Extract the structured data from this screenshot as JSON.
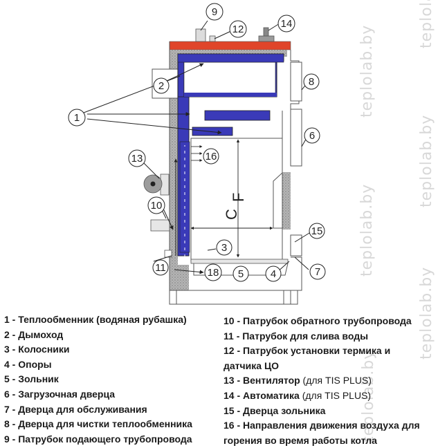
{
  "watermark": "teplolab.by",
  "callouts": [
    "1",
    "2",
    "3",
    "4",
    "5",
    "6",
    "7",
    "8",
    "9",
    "10",
    "11",
    "12",
    "13",
    "14",
    "15",
    "16",
    "18"
  ],
  "dimension_labels": {
    "c": "C",
    "f": "F"
  },
  "legend_left": [
    {
      "text": "1 - Теплообменник (водяная рубашка)"
    },
    {
      "text": "2 - Дымоход"
    },
    {
      "text": "3 - Колосники"
    },
    {
      "text": "4 - Опоры"
    },
    {
      "text": "5 - Зольник"
    },
    {
      "text": "6 - Загрузочная дверца"
    },
    {
      "text": "7 - Дверца для обслуживания"
    },
    {
      "text": "8 - Дверца для чистки теплообменника"
    },
    {
      "text": "9 - Патрубок подающего трубопровода"
    }
  ],
  "legend_right": [
    {
      "text": "10 - Патрубок обратного трубопровода",
      "note": ""
    },
    {
      "text": "11 - Патрубок для слива воды",
      "note": ""
    },
    {
      "text": "12 - Патрубок установки термика и",
      "note": ""
    },
    {
      "text": "датчика ЦО",
      "note": ""
    },
    {
      "text": "13 - Вентилятор",
      "note": " (для TIS PLUS)"
    },
    {
      "text": "14 - Автоматика",
      "note": " (для TIS PLUS)"
    },
    {
      "text": "15 - Дверца зольника",
      "note": ""
    },
    {
      "text": "16 - Направления движения воздуха для",
      "note": ""
    },
    {
      "text": "горения во время работы котла",
      "note": ""
    }
  ],
  "colors": {
    "jacket_blue": "#3a3ab8",
    "top_red": "#e0452a",
    "outline": "#555555",
    "insulation": "#9a9a9a"
  }
}
